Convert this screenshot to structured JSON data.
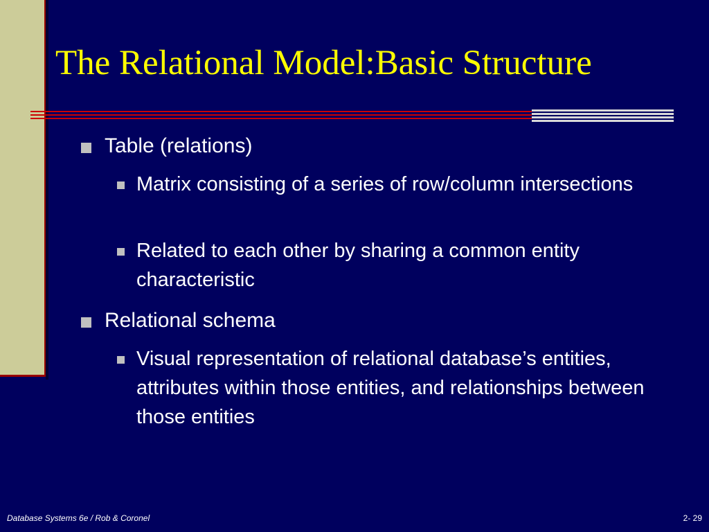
{
  "slide": {
    "title": "The Relational Model:Basic Structure",
    "bullets": [
      {
        "text": "Table (relations)",
        "children": [
          "Matrix consisting of a series of row/column intersections",
          "Related to each other by sharing a common entity characteristic"
        ]
      },
      {
        "text": "Relational schema",
        "children": [
          "Visual representation of relational database’s entities, attributes within those entities, and relationships between those entities"
        ]
      }
    ]
  },
  "footer": {
    "left": "Database Systems 6e / Rob & Coronel",
    "right": "2- 29"
  },
  "colors": {
    "background": "#00005e",
    "title": "#ffff00",
    "accent": "#cc0000",
    "sidebar": "#cccc99"
  }
}
